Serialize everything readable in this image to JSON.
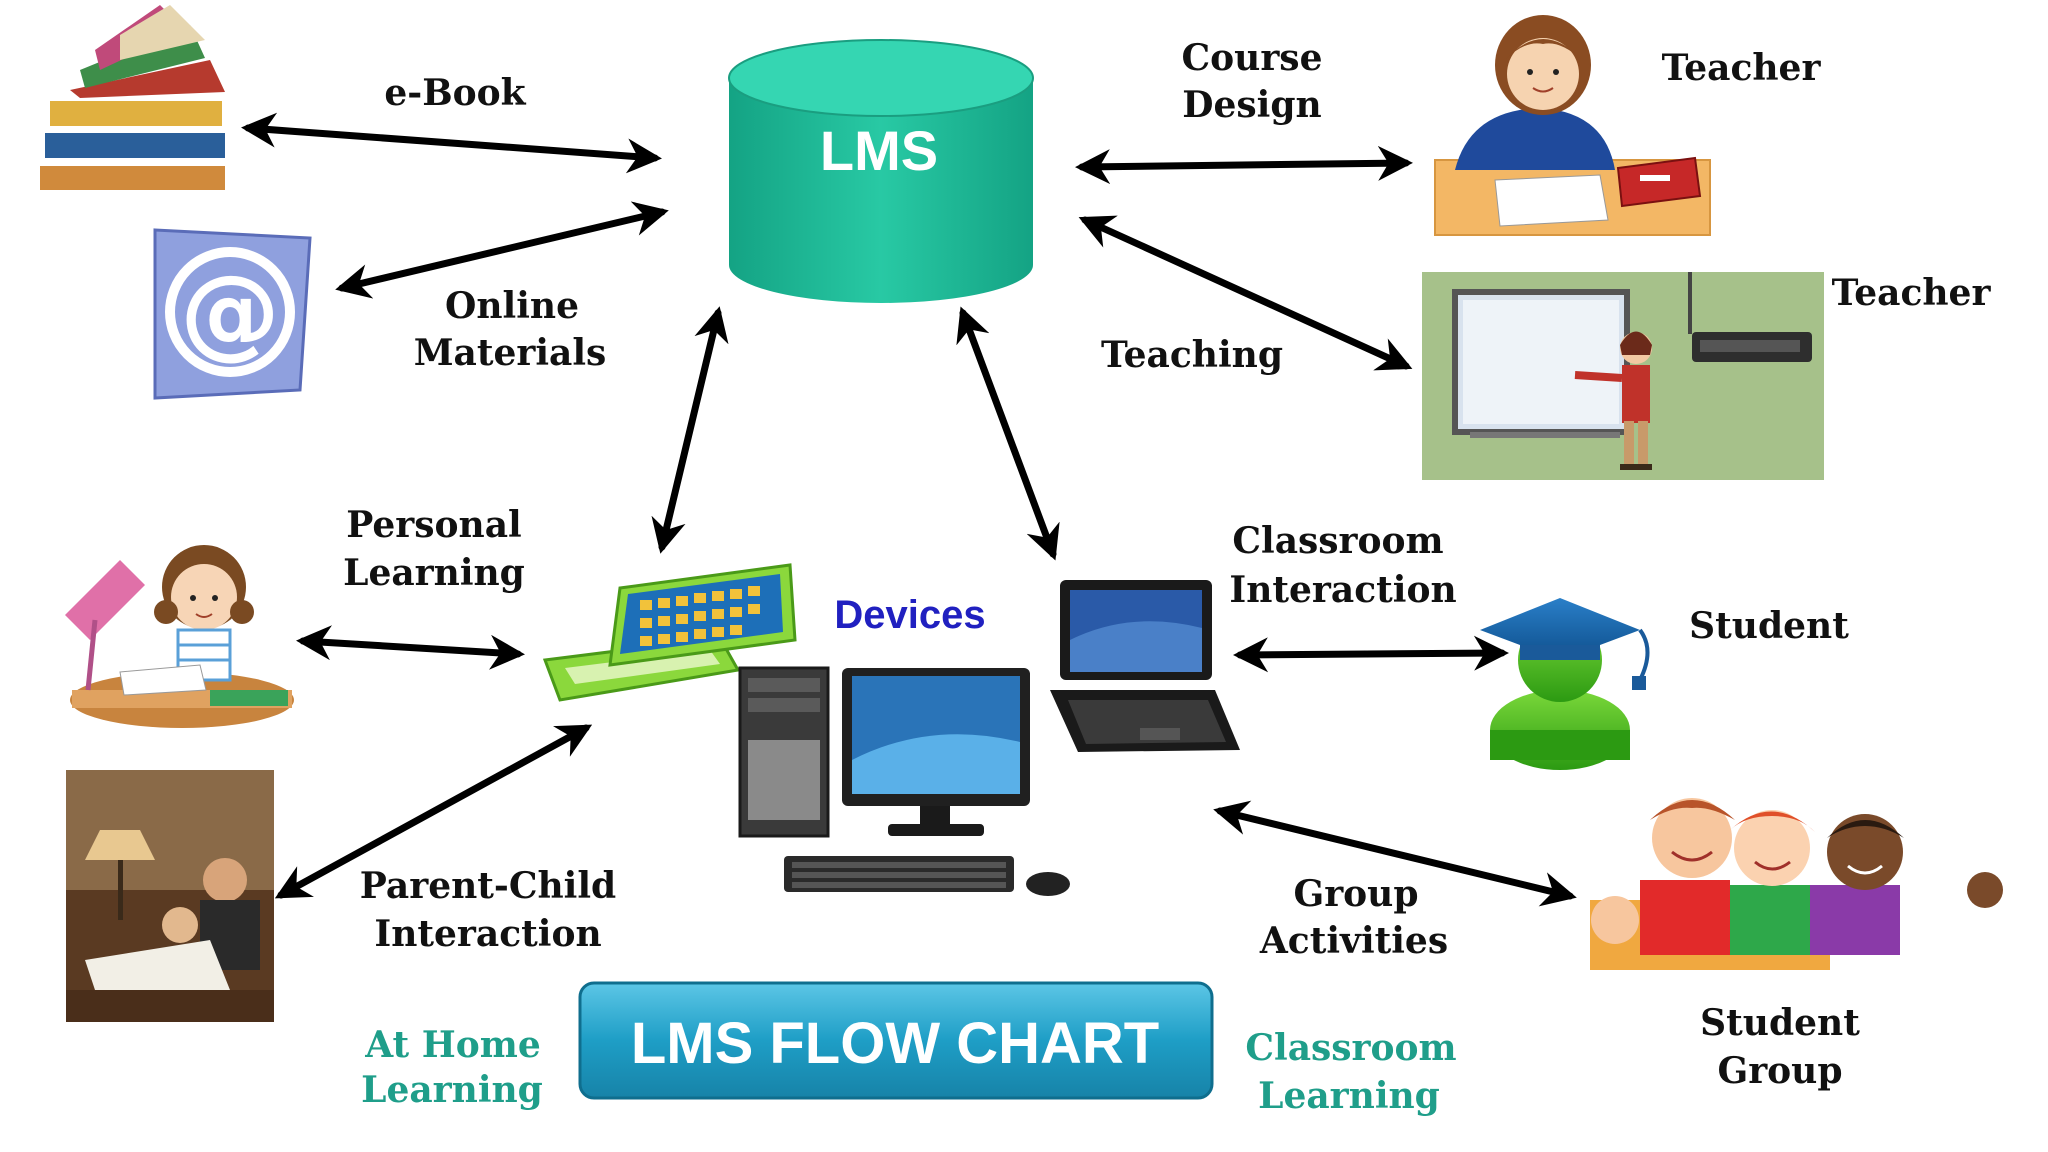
{
  "diagram": {
    "center": {
      "label": "LMS"
    },
    "devices": {
      "label": "Devices"
    },
    "title": "LMS FLOW CHART",
    "context_labels": {
      "home": {
        "line1": "At Home",
        "line2": "Learning"
      },
      "classroom": {
        "line1": "Classroom",
        "line2": "Learning"
      }
    },
    "edges": {
      "ebook": "e-Book",
      "online_materials": {
        "line1": "Online",
        "line2": "Materials"
      },
      "course_design": {
        "line1": "Course",
        "line2": "Design"
      },
      "teaching": "Teaching",
      "personal_learning": {
        "line1": "Personal",
        "line2": "Learning"
      },
      "parent_child": {
        "line1": "Parent-Child",
        "line2": "Interaction"
      },
      "classroom_interaction": {
        "line1": "Classroom",
        "line2": "Interaction"
      },
      "group_activities": {
        "line1": "Group",
        "line2": "Activities"
      }
    },
    "nodes": {
      "teacher_desk": "Teacher",
      "teacher_board": "Teacher",
      "student": "Student",
      "student_group": {
        "line1": "Student",
        "line2": "Group"
      }
    },
    "colors": {
      "lms_cylinder": "#1fb898",
      "lms_cylinder_top": "#2ecfae",
      "devices_text": "#2020c0",
      "title_bg": "#1e9ec6",
      "context_text": "#1f9e8a",
      "arrow": "#000000"
    }
  }
}
